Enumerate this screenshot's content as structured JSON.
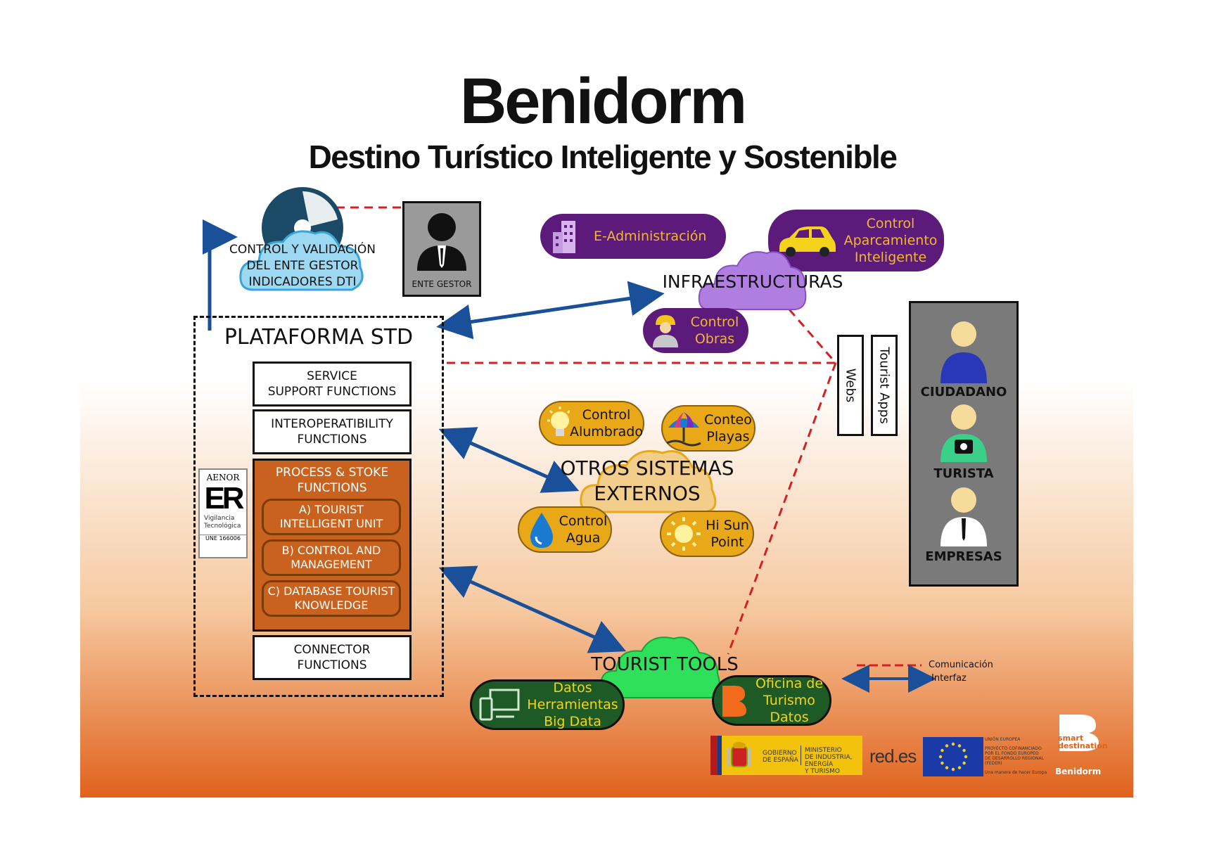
{
  "header": {
    "title": "Benidorm",
    "subtitle": "Destino Turístico Inteligente y Sostenible"
  },
  "control_cloud": {
    "lines": [
      "CONTROL Y VALIDACIÓN",
      "DEL ENTE GESTOR",
      "INDICADORES DTI"
    ]
  },
  "ente_gestor": {
    "label": "ENTE GESTOR"
  },
  "plataforma": {
    "title": "PLATAFORMA STD",
    "service_support": [
      "SERVICE",
      "SUPPORT FUNCTIONS"
    ],
    "interoperability": [
      "INTEROPERATIBILITY",
      "FUNCTIONS"
    ],
    "process": {
      "title": [
        "PROCESS & STOKE",
        "FUNCTIONS"
      ],
      "a": [
        "A) TOURIST",
        "INTELLIGENT UNIT"
      ],
      "b": [
        "B) CONTROL AND",
        "MANAGEMENT"
      ],
      "c": [
        "C) DATABASE TOURIST",
        "KNOWLEDGE"
      ]
    },
    "connector": [
      "CONNECTOR",
      "FUNCTIONS"
    ]
  },
  "aenor": {
    "brand": "AENOR",
    "mark": "ER",
    "line1": "Vigilancia",
    "line2": "Tecnológica",
    "std": "UNE 166006"
  },
  "infraestructuras": {
    "label": "INFRAESTRUCTURAS",
    "e_admin": "E-Administración",
    "aparcamiento": [
      "Control",
      "Aparcamiento",
      "Inteligente"
    ],
    "obras": [
      "Control",
      "Obras"
    ]
  },
  "otros": {
    "label": [
      "OTROS SISTEMAS",
      "EXTERNOS"
    ],
    "alumbrado": [
      "Control",
      "Alumbrado"
    ],
    "playas": [
      "Conteo",
      "Playas"
    ],
    "agua": [
      "Control",
      "Agua"
    ],
    "hisun": [
      "Hi Sun",
      "Point"
    ]
  },
  "tourist_tools": {
    "label": "TOURIST TOOLS",
    "datos": [
      "Datos",
      "Herramientas",
      "Big Data"
    ],
    "oficina": [
      "Oficina de",
      "Turismo",
      "Datos"
    ]
  },
  "channels": {
    "webs": "Webs",
    "apps": "Tourist Apps"
  },
  "users": {
    "ciudadano": "CIUDADANO",
    "turista": "TURISTA",
    "empresas": "EMPRESAS"
  },
  "legend": {
    "comunicacion": "Comunicación",
    "interfaz": "Interfaz"
  },
  "footer": {
    "gobierno": [
      "GOBIERNO",
      "DE ESPAÑA"
    ],
    "ministerio": [
      "MINISTERIO",
      "DE INDUSTRIA, ENERGÍA",
      "Y TURISMO"
    ],
    "redes": "red.es",
    "ue": "UNIÓN EUROPEA",
    "feder": [
      "PROYECTO COFINANCIADO",
      "POR EL FONDO EUROPEO",
      "DE DESARROLLO REGIONAL",
      "(FEDER)"
    ],
    "feder_motto": "Una manera de hacer Europa",
    "smart": [
      "smart",
      "destination"
    ],
    "benidorm": "Benidorm"
  },
  "colors": {
    "orange": "#c8621e",
    "purple": "#5c1a7a",
    "lavender": "#b07ee0",
    "gold": "#e8a818",
    "green_dark": "#1e5a26",
    "green_light": "#2ee05a",
    "arrow_blue": "#1a4f9a",
    "dashed_red": "#d42020"
  }
}
